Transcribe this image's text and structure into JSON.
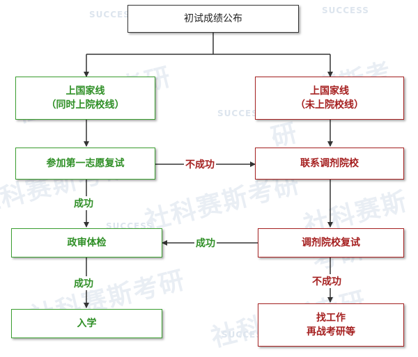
{
  "watermark": {
    "brand_cn": "社科赛斯考研",
    "brand_en": "SUCCESS"
  },
  "nodes": {
    "top": "初试成绩公布",
    "left_line1": "上国家线",
    "left_line2": "（同时上院校线）",
    "right_line1": "上国家线",
    "right_line2": "（未上院校线）",
    "retest": "参加第一志愿复试",
    "contact": "联系调剂院校",
    "political": "政审体检",
    "adjust_retest": "调剂院校复试",
    "admission": "入学",
    "job_line1": "找工作",
    "job_line2": "再战考研等"
  },
  "edge_labels": {
    "fail_1": "不成功",
    "success_1": "成功",
    "success_2": "成功",
    "success_3": "成功",
    "fail_2": "不成功"
  },
  "colors": {
    "green": "#2f8f26",
    "red": "#a52020",
    "black": "#333333"
  }
}
